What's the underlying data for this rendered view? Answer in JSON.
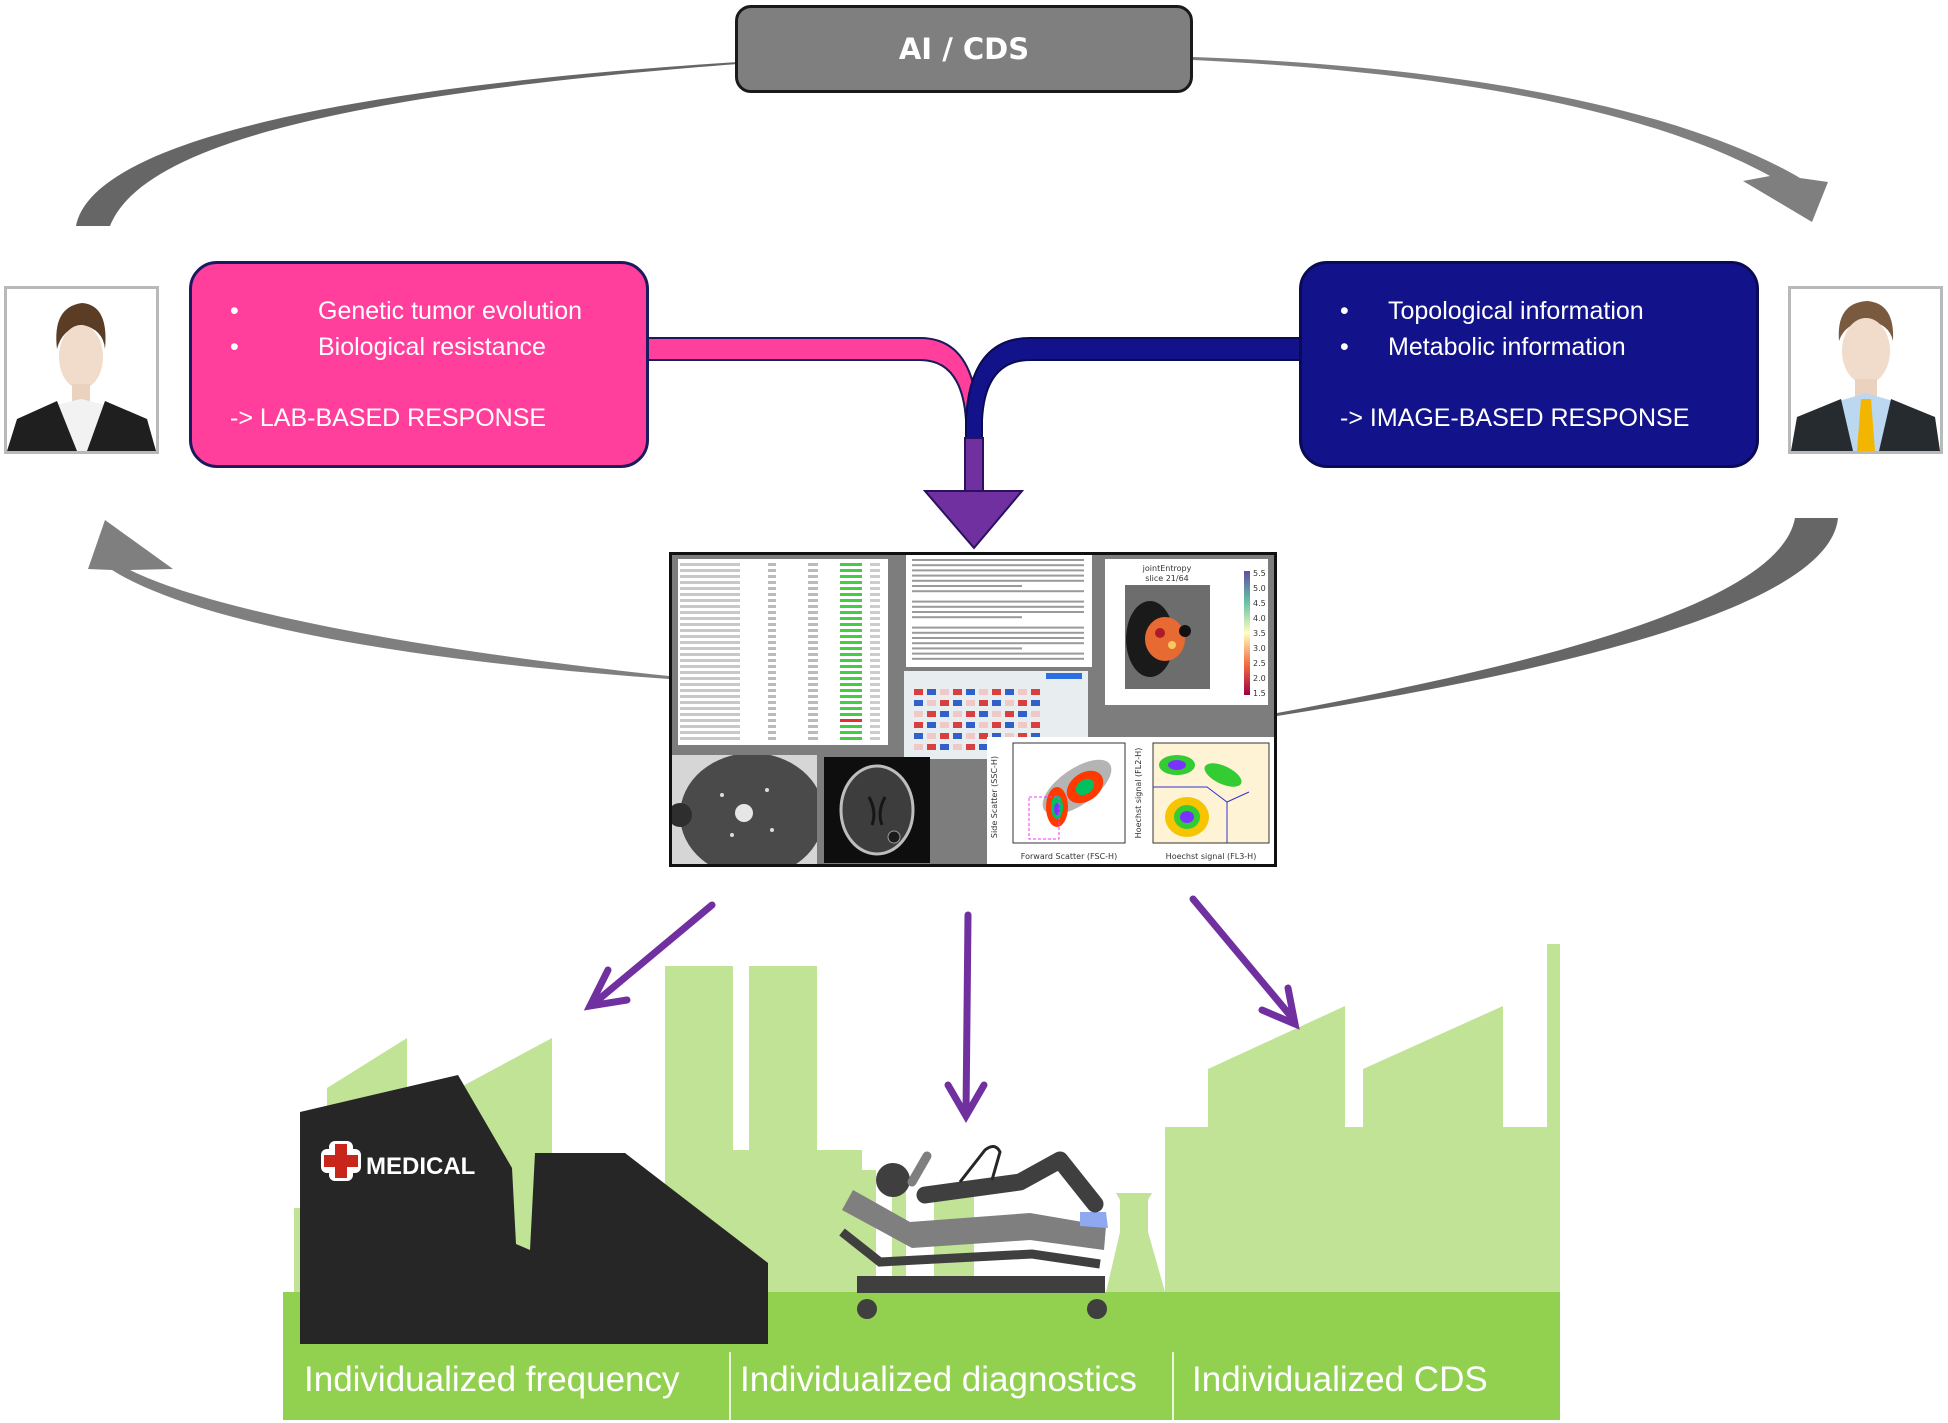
{
  "top_node": {
    "label": "AI / CDS",
    "icon": "cycle-arrows"
  },
  "lab_box": {
    "bullets": [
      "Genetic tumor evolution",
      "Biological resistance"
    ],
    "response": "-> LAB-BASED RESPONSE",
    "bullet_glyph": "•",
    "color": "#ff3f9b"
  },
  "image_box": {
    "bullets": [
      "Topological information",
      "Metabolic information"
    ],
    "response": "-> IMAGE-BASED RESPONSE",
    "bullet_glyph": "•",
    "color": "#12128a"
  },
  "merge_arrow_color": "#7030a0",
  "data_panel": {
    "entropy_map": {
      "title_line1": "jointEntropy",
      "title_line2": "slice 21/64",
      "colorbar_ticks": [
        "5.5",
        "5.0",
        "4.5",
        "4.0",
        "3.5",
        "3.0",
        "2.5",
        "2.0",
        "1.5"
      ]
    },
    "flow_plot_1": {
      "xlabel": "Forward Scatter (FSC-H)",
      "ylabel": "Side Scatter (SSC-H)"
    },
    "flow_plot_2": {
      "xlabel": "Hoechst signal (FL3-H)",
      "ylabel": "Hoechst signal (FL2-H)"
    }
  },
  "building_sign": {
    "text": "MEDICAL",
    "icon": "red-cross"
  },
  "bottom_labels": [
    "Individualized frequency",
    "Individualized diagnostics",
    "Individualized CDS"
  ],
  "colors": {
    "ground": "#92d050",
    "factory_light": "#c0e396",
    "building_dark": "#262626",
    "cycle_arrow": "#7f7f7f"
  }
}
